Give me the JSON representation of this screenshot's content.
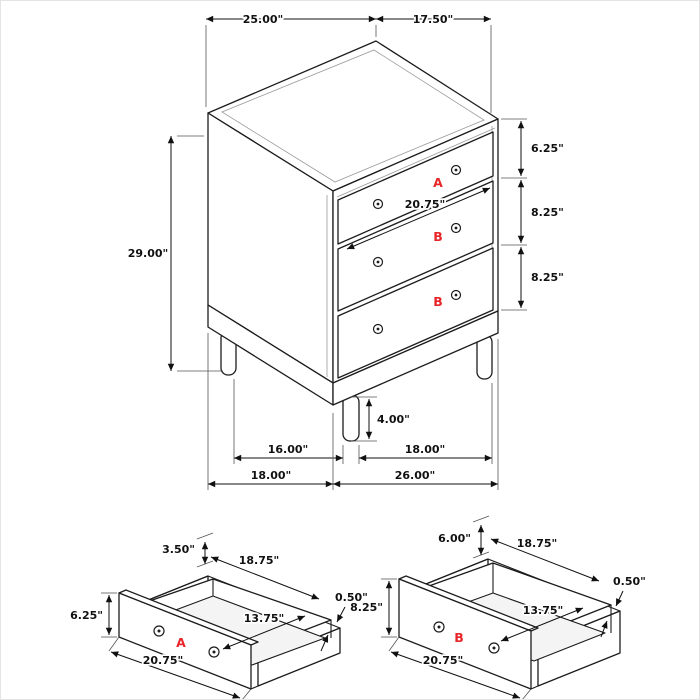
{
  "colors": {
    "accent": "#e8262a",
    "line": "#1c1c1c",
    "background": "#ffffff"
  },
  "main_view": {
    "top_width": "25.00\"",
    "top_depth": "17.50\"",
    "overall_height": "29.00\"",
    "drawer_heights": {
      "a": "6.25\"",
      "b1": "8.25\"",
      "b2": "8.25\""
    },
    "drawer_front_width": "20.75\"",
    "leg_height": "4.00\"",
    "leg_spacing": {
      "depth": "16.00\"",
      "width": "18.00\""
    },
    "footprint": {
      "depth": "18.00\"",
      "width": "26.00\""
    },
    "tags": {
      "a": "A",
      "b1": "B",
      "b2": "B"
    }
  },
  "drawer_a": {
    "tag": "A",
    "side_height": "3.50\"",
    "inner_width": "18.75\"",
    "front_height": "6.25\"",
    "wall_thickness": "0.50\"",
    "inner_depth": "13.75\"",
    "outer_width": "20.75\""
  },
  "drawer_b": {
    "tag": "B",
    "side_height": "6.00\"",
    "inner_width": "18.75\"",
    "front_height": "8.25\"",
    "wall_thickness": "0.50\"",
    "inner_depth": "13.75\"",
    "outer_width": "20.75\""
  }
}
